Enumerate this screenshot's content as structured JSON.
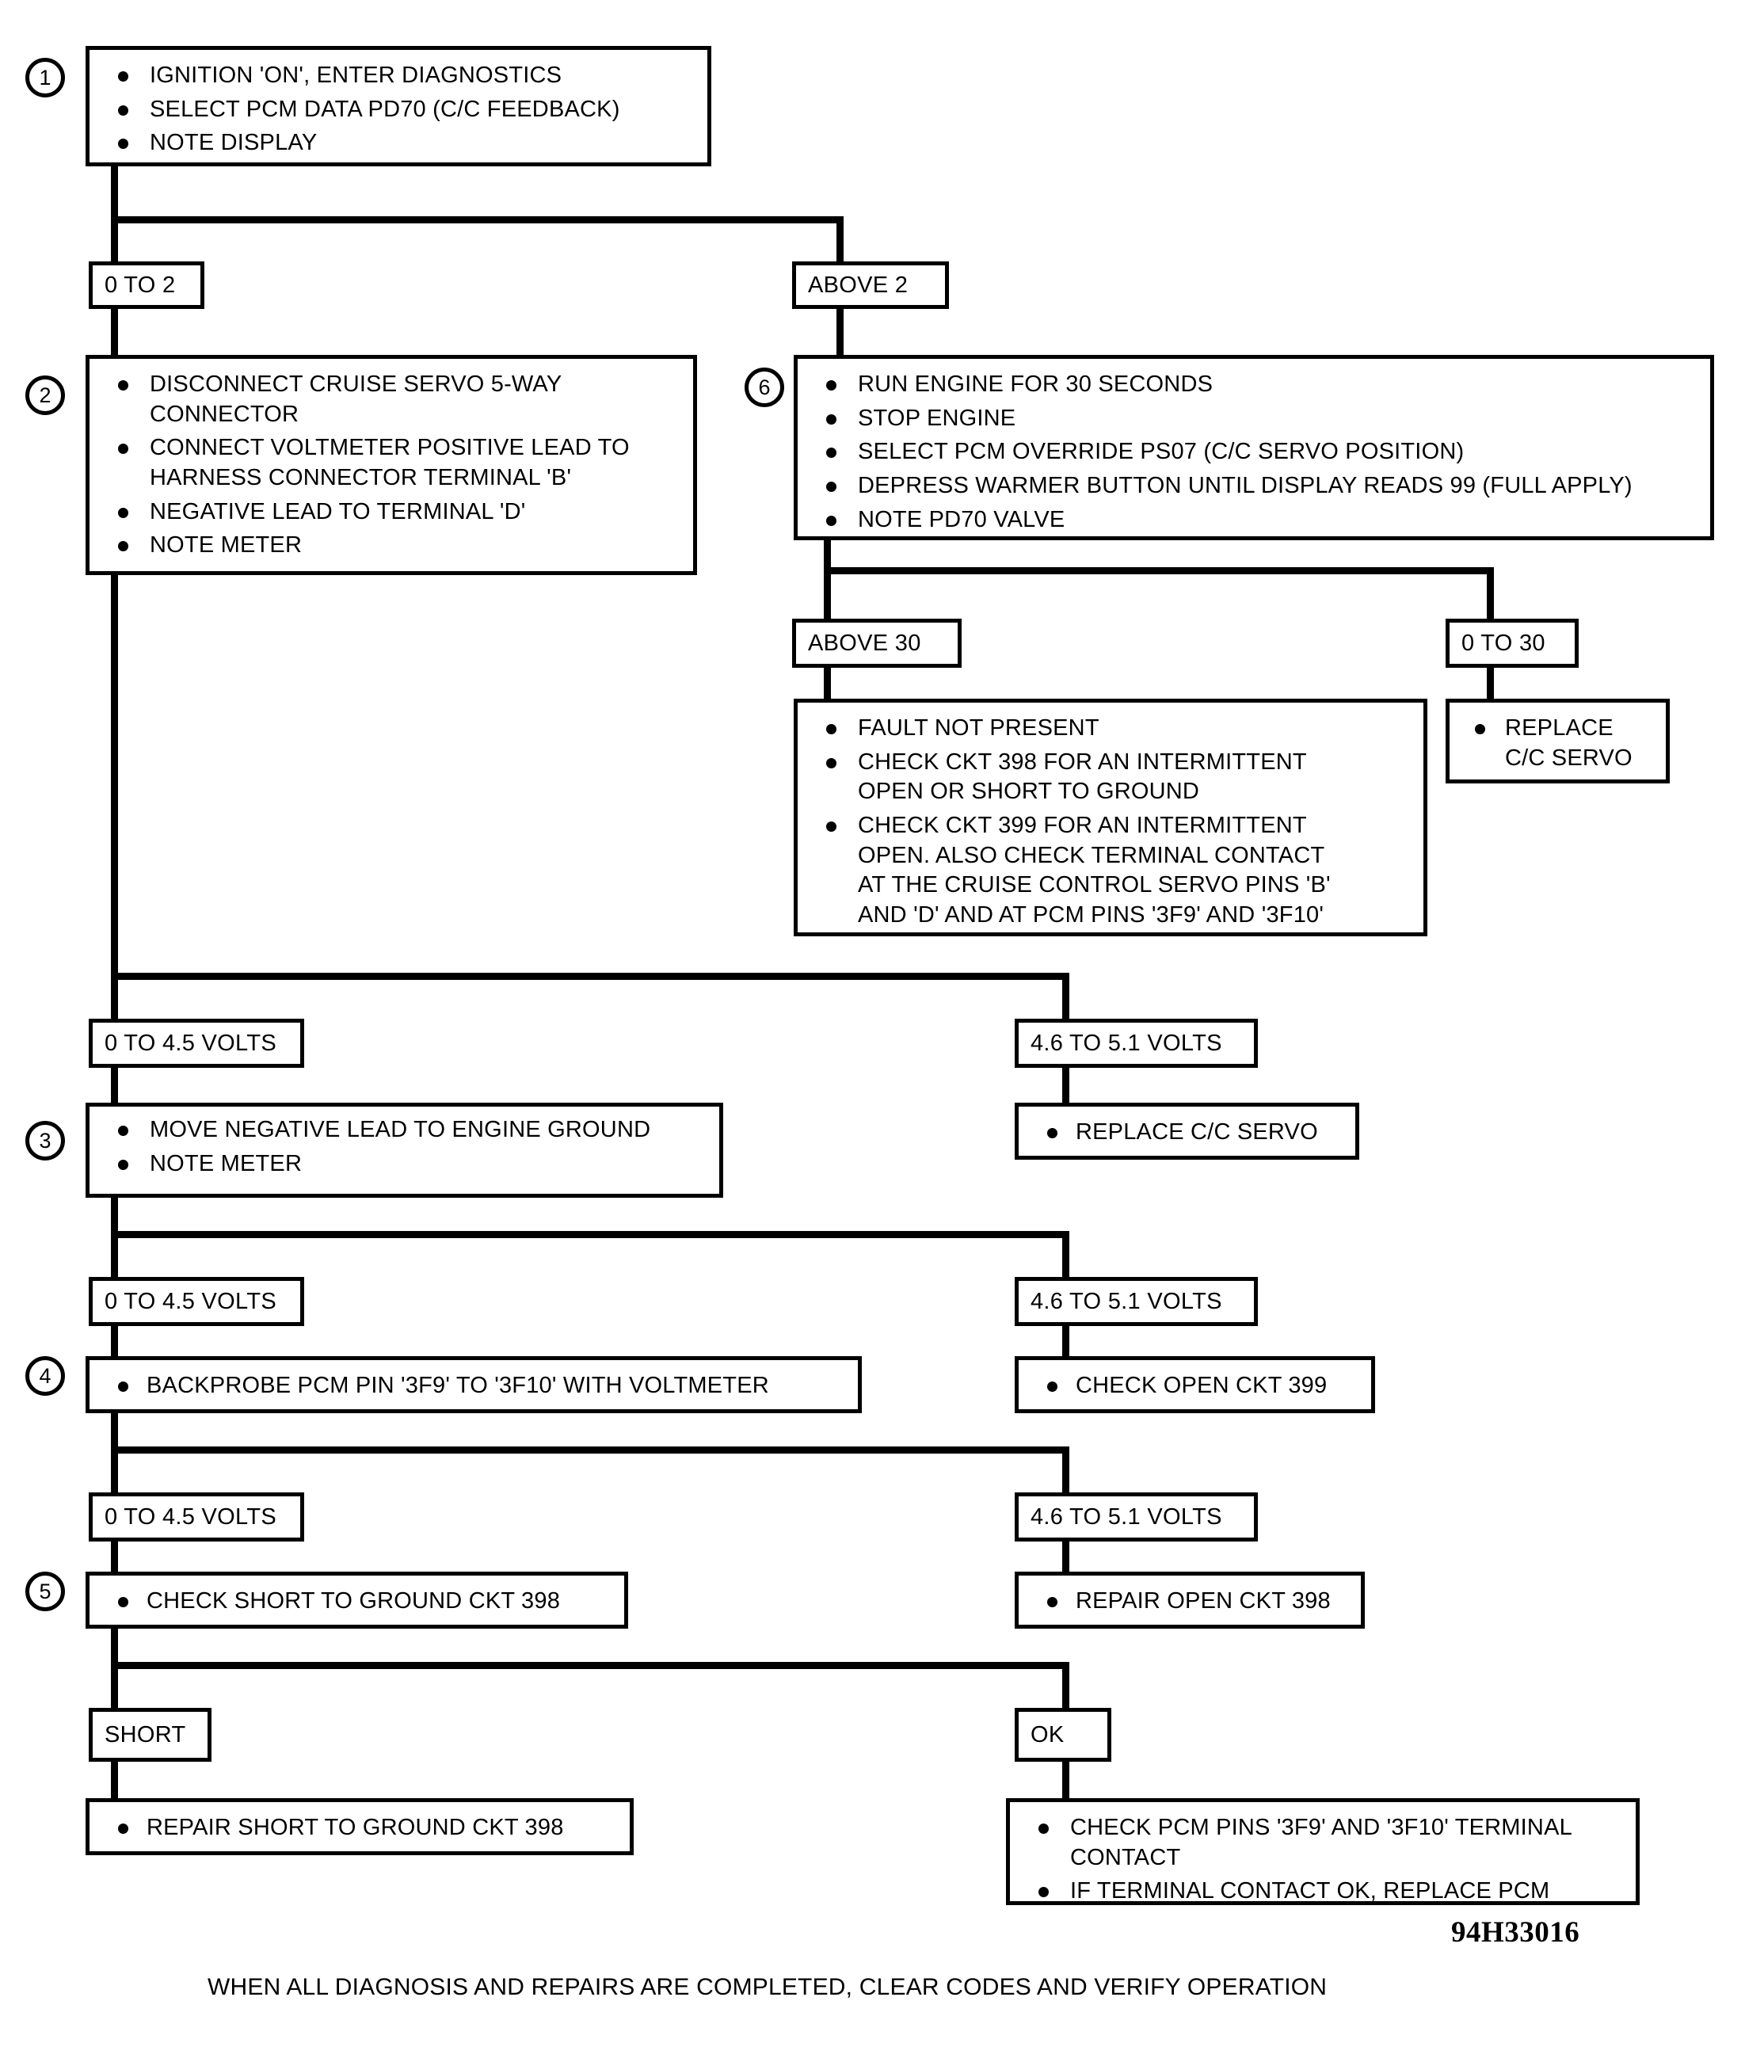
{
  "figure": {
    "code": "94H33016",
    "footer_note": "WHEN ALL DIAGNOSIS AND REPAIRS ARE COMPLETED, CLEAR CODES AND VERIFY OPERATION"
  },
  "steps": {
    "s1": {
      "number": "1",
      "bullets": [
        "IGNITION 'ON', ENTER DIAGNOSTICS",
        "SELECT PCM DATA PD70 (C/C FEEDBACK)",
        "NOTE DISPLAY"
      ]
    },
    "s2": {
      "number": "2",
      "bullets": [
        "DISCONNECT CRUISE SERVO 5-WAY\nCONNECTOR",
        "CONNECT VOLTMETER POSITIVE LEAD TO\nHARNESS CONNECTOR TERMINAL 'B'",
        "NEGATIVE LEAD TO TERMINAL 'D'",
        "NOTE METER"
      ]
    },
    "s3": {
      "number": "3",
      "bullets": [
        "MOVE NEGATIVE LEAD TO ENGINE GROUND",
        "NOTE METER"
      ]
    },
    "s4": {
      "number": "4",
      "bullets": [
        "BACKPROBE PCM PIN '3F9' TO '3F10' WITH VOLTMETER"
      ]
    },
    "s5": {
      "number": "5",
      "bullets": [
        "CHECK SHORT TO GROUND CKT 398"
      ]
    },
    "s6": {
      "number": "6",
      "bullets": [
        "RUN ENGINE FOR 30 SECONDS",
        "STOP ENGINE",
        "SELECT PCM OVERRIDE PS07 (C/C SERVO POSITION)",
        "DEPRESS WARMER BUTTON UNTIL DISPLAY READS 99  (FULL APPLY)",
        "NOTE PD70 VALVE"
      ]
    }
  },
  "branch_labels": {
    "b1_left": "0 TO 2",
    "b1_right": "ABOVE 2",
    "b6_left": "ABOVE 30",
    "b6_right": "0 TO 30",
    "b2_left": "0 TO 4.5 VOLTS",
    "b2_right": "4.6 TO 5.1 VOLTS",
    "b3_left": "0 TO 4.5 VOLTS",
    "b3_right": "4.6 TO 5.1 VOLTS",
    "b4_left": "0 TO 4.5 VOLTS",
    "b4_right": "4.6 TO 5.1 VOLTS",
    "b5_left": "SHORT",
    "b5_right": "OK"
  },
  "results": {
    "replace_servo_small": {
      "bullets": [
        "REPLACE\nC/C SERVO"
      ]
    },
    "fault_not_present": {
      "bullets": [
        "FAULT NOT PRESENT",
        "CHECK CKT 398 FOR AN INTERMITTENT\nOPEN OR SHORT TO GROUND",
        "CHECK CKT 399 FOR AN INTERMITTENT\nOPEN. ALSO CHECK TERMINAL CONTACT\nAT THE CRUISE CONTROL SERVO PINS 'B'\nAND 'D' AND AT PCM PINS '3F9' AND '3F10'"
      ]
    },
    "replace_servo_r3": {
      "bullets": [
        "REPLACE C/C SERVO"
      ]
    },
    "check_open_399": {
      "bullets": [
        "CHECK OPEN CKT 399"
      ]
    },
    "repair_open_398": {
      "bullets": [
        "REPAIR OPEN CKT 398"
      ]
    },
    "repair_short_398": {
      "bullets": [
        "REPAIR SHORT TO GROUND CKT 398"
      ]
    },
    "check_pcm_pins": {
      "bullets": [
        "CHECK PCM PINS '3F9' AND '3F10' TERMINAL\nCONTACT",
        "IF TERMINAL CONTACT OK, REPLACE PCM"
      ]
    }
  }
}
